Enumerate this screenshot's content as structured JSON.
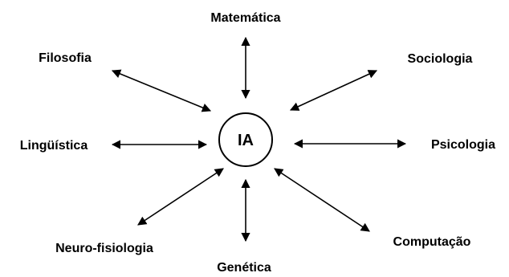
{
  "center": {
    "label": "IA"
  },
  "nodes": [
    {
      "id": "matematica",
      "label": "Matemática"
    },
    {
      "id": "sociologia",
      "label": "Sociologia"
    },
    {
      "id": "psicologia",
      "label": "Psicologia"
    },
    {
      "id": "computacao",
      "label": "Computação"
    },
    {
      "id": "genetica",
      "label": "Genética"
    },
    {
      "id": "neurofisiologia",
      "label": "Neuro-fisiologia"
    },
    {
      "id": "linguistica",
      "label": "Lingüística"
    },
    {
      "id": "filosofia",
      "label": "Filosofia"
    }
  ],
  "colors": {
    "ink": "#000000",
    "background": "#ffffff"
  }
}
